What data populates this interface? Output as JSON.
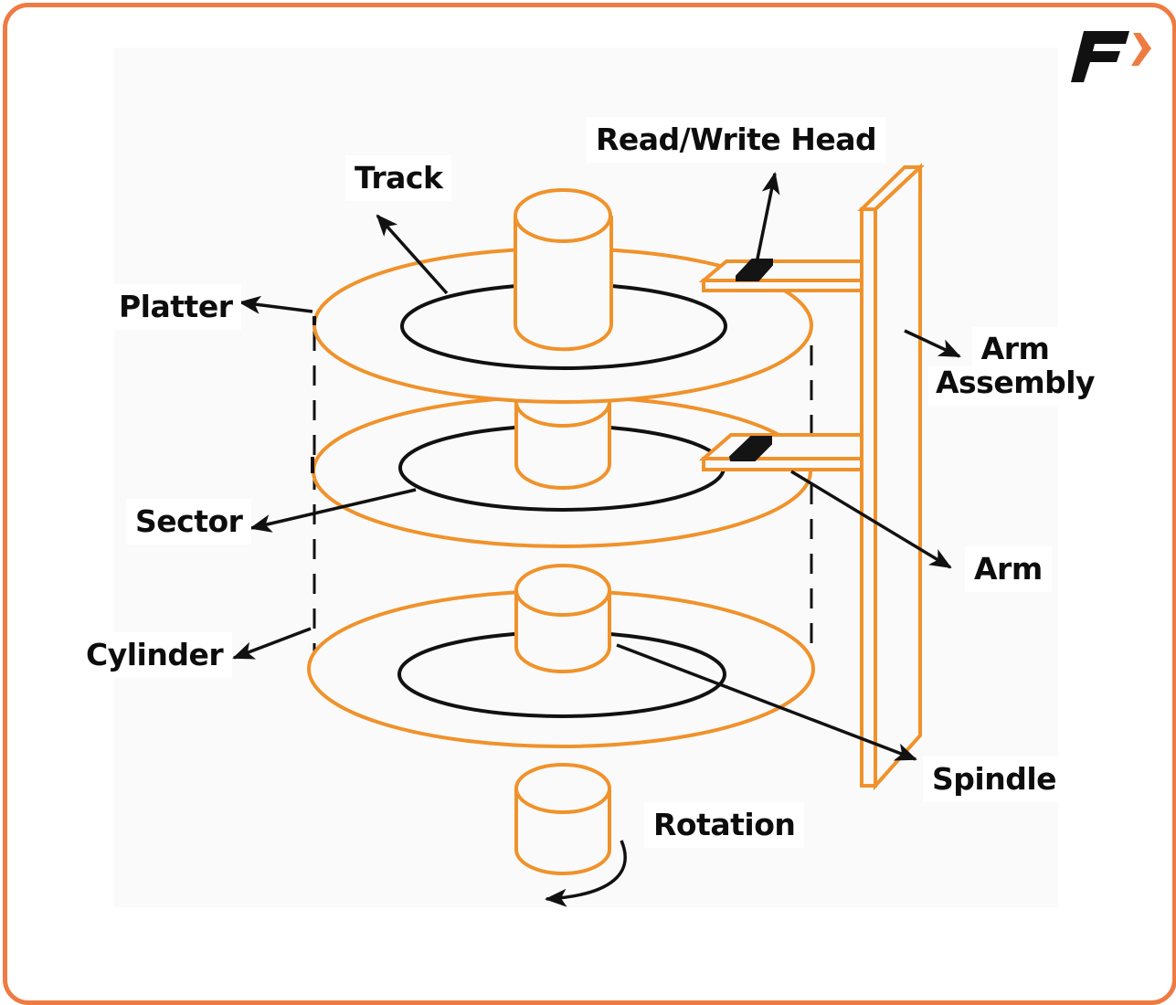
{
  "diagram": {
    "title": "Hard Disk Drive Structure",
    "colors": {
      "frame_border": "#EE7B43",
      "component_stroke": "#F0922B",
      "line_color": "#111111",
      "panel_background": "#FAFAFA",
      "logo_dark": "#111111",
      "logo_accent": "#EE7B43"
    },
    "labels": {
      "read_write_head": "Read/Write Head",
      "track": "Track",
      "platter": "Platter",
      "arm_assembly_line1": "Arm",
      "arm_assembly_line2": "Assembly",
      "sector": "Sector",
      "arm": "Arm",
      "cylinder": "Cylinder",
      "spindle": "Spindle",
      "rotation": "Rotation"
    },
    "components": [
      "platter",
      "platter",
      "platter",
      "spindle",
      "arm-assembly",
      "arm",
      "arm",
      "read-write-head",
      "read-write-head",
      "track",
      "track",
      "track",
      "cylinder-guides",
      "rotation-arrow"
    ],
    "logo": {
      "icon": "f-arrow-logo-icon"
    }
  }
}
